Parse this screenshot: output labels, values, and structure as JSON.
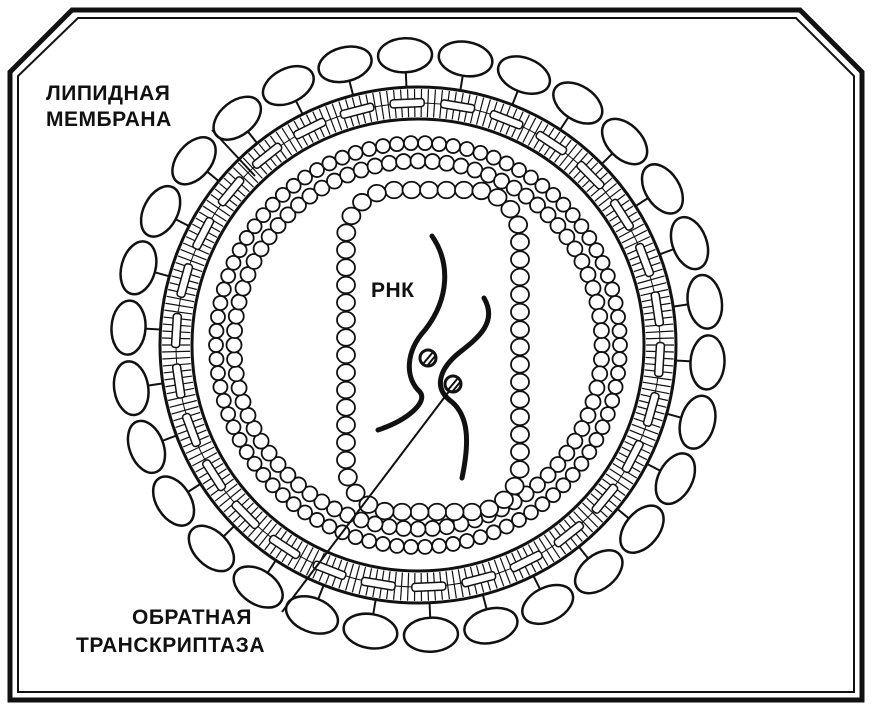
{
  "labels": {
    "lipid_membrane_line1": "ЛИПИДНАЯ",
    "lipid_membrane_line2": "МЕМБРАНА",
    "rna": "РНК",
    "reverse_transcriptase_line1": "ОБРАТНАЯ",
    "reverse_transcriptase_line2": "ТРАНСКРИПТАЗА"
  },
  "colors": {
    "ink": "#111111",
    "paper": "#ffffff"
  }
}
